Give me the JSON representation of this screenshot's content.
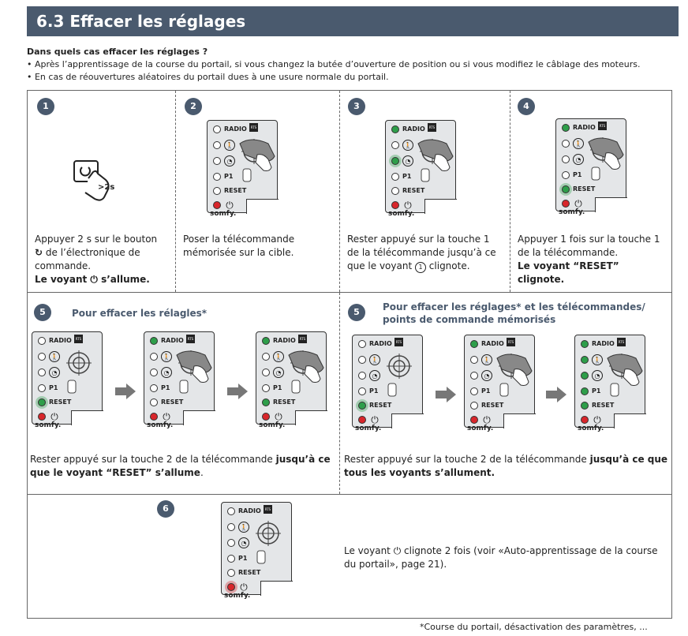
{
  "header": {
    "title": "6.3 Effacer les réglages"
  },
  "intro": {
    "question": "Dans quels cas effacer les réglages ?",
    "bullets": [
      "• Après l’apprentissage de la course du portail, si vous changez la butée d’ouverture de position ou si vous modifiez le câblage des moteurs.",
      "• En cas de réouvertures aléatoires du portail dues à une usure normale du portail."
    ]
  },
  "panel": {
    "radio": "RADIO",
    "p1": "P1",
    "reset": "RESET",
    "brand": "somfy.",
    "rts": "RTS",
    "icon_radio": "rts-icon",
    "icon_walk": "pedestrian-icon",
    "icon_clock": "portal-icon",
    "icon_power": "power-icon"
  },
  "steps": {
    "s1": {
      "num": "1",
      "icon": "hand-press-2s-icon",
      "badge_text": ">2s",
      "line1": "Appuyer 2 s sur le bouton",
      "line2": " de l’électronique de",
      "line3": "commande.",
      "line4": "Le voyant ",
      "line4b": " s’allume."
    },
    "s2": {
      "num": "2",
      "line1": "Poser la télécommande",
      "line2": "mémorisée sur la cible."
    },
    "s3": {
      "num": "3",
      "line1": "Rester appuyé sur la touche 1",
      "line2": "de la télécommande jusqu’à ce",
      "line3": "que le voyant ",
      "line3b": " clignote."
    },
    "s4": {
      "num": "4",
      "line1": "Appuyer 1 fois sur la touche 1",
      "line2": "de la télécommande.",
      "line3": "Le voyant “RESET”",
      "line4": "clignote."
    },
    "s5a": {
      "num": "5",
      "title": "Pour effacer les rélagles*",
      "text": "Rester appuyé sur la touche 2 de la télécommande ",
      "bold": "jusqu’à ce",
      "bold2": "que le voyant “RESET” s’allume",
      "end": "."
    },
    "s5b": {
      "num": "5",
      "title1": "Pour effacer les réglages* et les télécommandes/",
      "title2": "points de commande mémorisés",
      "text": "Rester appuyé sur la touche 2 de la télécommande ",
      "bold": "jusqu’à ce que",
      "bold2": "tous les voyants s’allument."
    },
    "s6": {
      "num": "6",
      "line1": "Le voyant ",
      "line1b": " clignote 2 fois (voir «Auto-apprentissage de la course",
      "line2": "du portail», page 21)."
    }
  },
  "footnote": "*Course du portail, désactivation des paramètres, ...",
  "colors": {
    "accent": "#4a5a6e",
    "led_green": "#2e9e4a",
    "led_red": "#d8262b"
  }
}
